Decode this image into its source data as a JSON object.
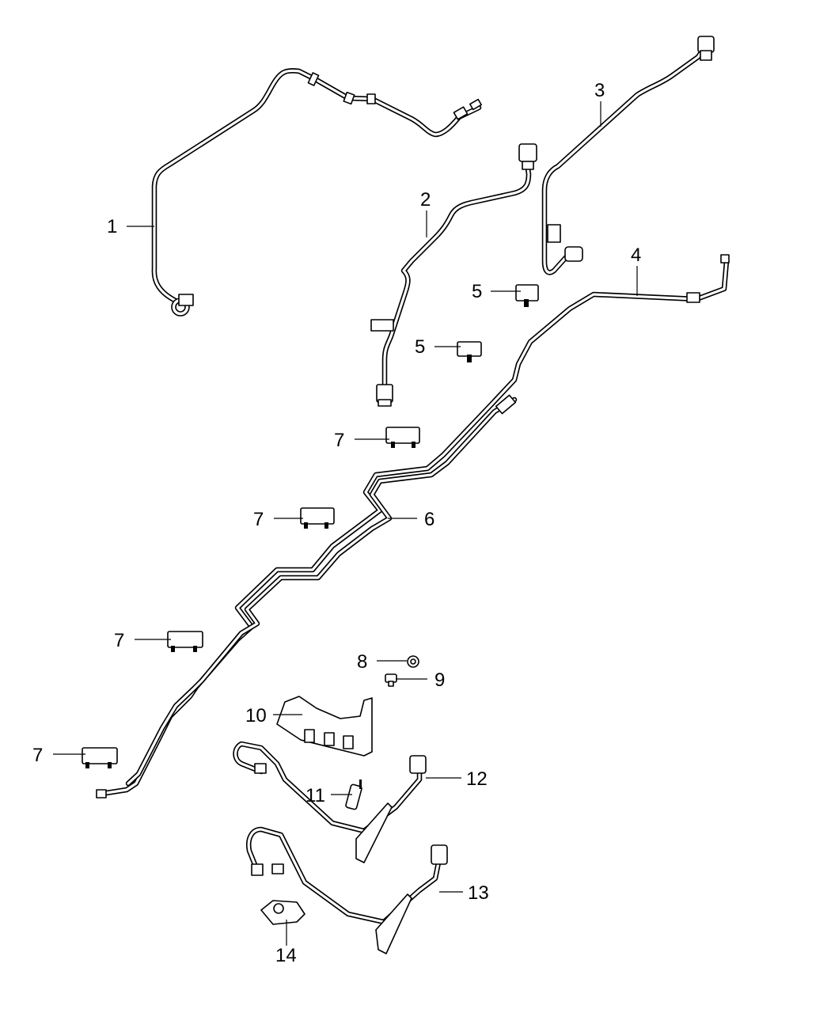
{
  "callouts": [
    {
      "id": "c1",
      "label": "1"
    },
    {
      "id": "c2",
      "label": "2"
    },
    {
      "id": "c3",
      "label": "3"
    },
    {
      "id": "c4",
      "label": "4"
    },
    {
      "id": "c5a",
      "label": "5"
    },
    {
      "id": "c5b",
      "label": "5"
    },
    {
      "id": "c6",
      "label": "6"
    },
    {
      "id": "c7a",
      "label": "7"
    },
    {
      "id": "c7b",
      "label": "7"
    },
    {
      "id": "c7c",
      "label": "7"
    },
    {
      "id": "c7d",
      "label": "7"
    },
    {
      "id": "c8",
      "label": "8"
    },
    {
      "id": "c9",
      "label": "9"
    },
    {
      "id": "c10",
      "label": "10"
    },
    {
      "id": "c11",
      "label": "11"
    },
    {
      "id": "c12",
      "label": "12"
    },
    {
      "id": "c13",
      "label": "13"
    },
    {
      "id": "c14",
      "label": "14"
    }
  ]
}
